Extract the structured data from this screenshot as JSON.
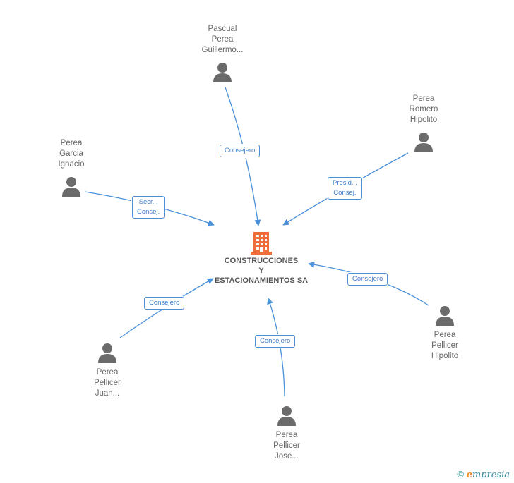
{
  "company": {
    "name_lines": [
      "CONSTRUCCIONES",
      "Y",
      "ESTACIONAMIENTOS SA"
    ],
    "icon": "building-icon",
    "icon_color": "#f26b3a"
  },
  "people": [
    {
      "id": "pascual",
      "lines": [
        "Pascual",
        "Perea",
        "Guillermo..."
      ],
      "role_lines": [
        "Consejero"
      ]
    },
    {
      "id": "romero",
      "lines": [
        "Perea",
        "Romero",
        "Hipolito"
      ],
      "role_lines": [
        "Presid. ,",
        "Consej."
      ]
    },
    {
      "id": "garcia",
      "lines": [
        "Perea",
        "Garcia",
        "Ignacio"
      ],
      "role_lines": [
        "Secr. ,",
        "Consej."
      ]
    },
    {
      "id": "pellicer-hipolito",
      "lines": [
        "Perea",
        "Pellicer",
        "Hipolito"
      ],
      "role_lines": [
        "Consejero"
      ]
    },
    {
      "id": "pellicer-juan",
      "lines": [
        "Perea",
        "Pellicer",
        "Juan..."
      ],
      "role_lines": [
        "Consejero"
      ]
    },
    {
      "id": "pellicer-jose",
      "lines": [
        "Perea",
        "Pellicer",
        "Jose..."
      ],
      "role_lines": [
        "Consejero"
      ]
    }
  ],
  "footer": {
    "copyright": "©",
    "brand_initial": "e",
    "brand_rest": "mpresia"
  },
  "colors": {
    "edge": "#4a90d9",
    "person": "#6b6b6b",
    "text": "#666666"
  }
}
